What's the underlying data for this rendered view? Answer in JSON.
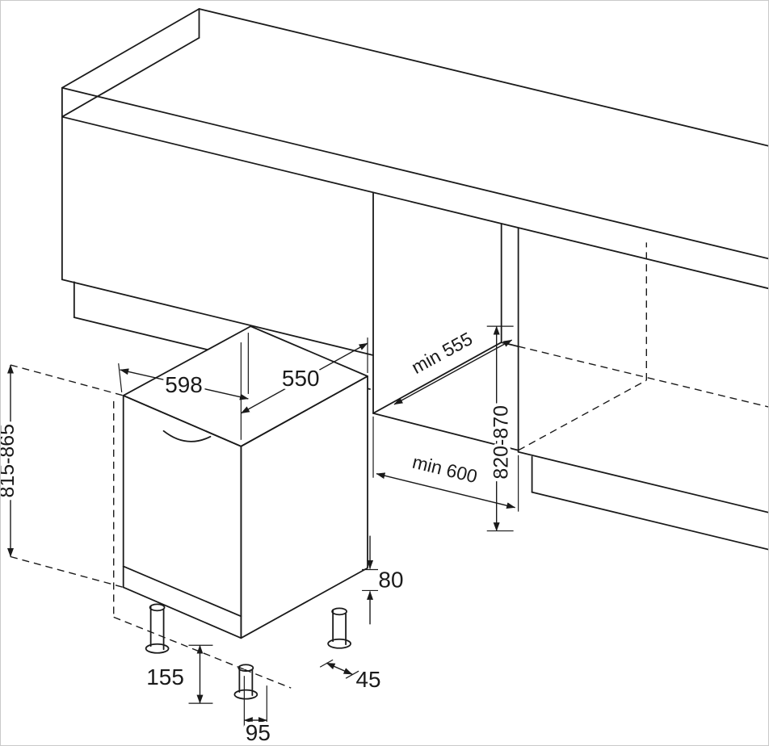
{
  "diagram": {
    "background": "#ffffff",
    "line_color": "#1a1a1a",
    "labels": {
      "appliance_width": "598",
      "appliance_depth": "550",
      "appliance_height": "815-865",
      "niche_depth": "min 555",
      "niche_width": "min 600",
      "niche_height": "820-870",
      "plinth_height": "80",
      "front_foot_adjust": "155",
      "side_foot_offset": "45",
      "center_foot_offset": "95"
    }
  }
}
